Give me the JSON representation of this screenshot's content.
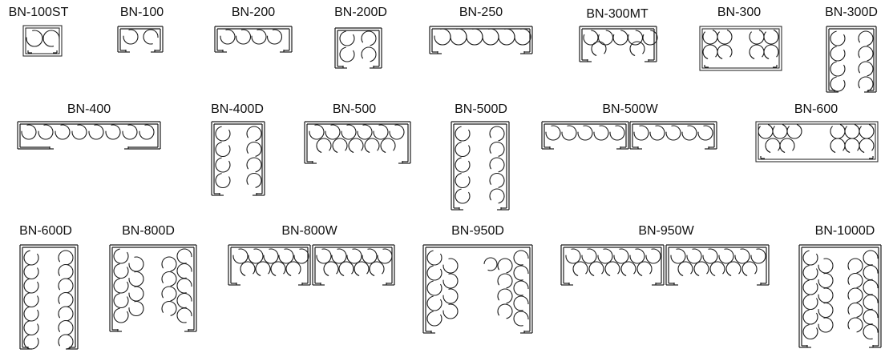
{
  "line_color": "#1a1a1a",
  "models": [
    {
      "id": "BN-100ST",
      "label": "BN-100ST"
    },
    {
      "id": "BN-100",
      "label": "BN-100"
    },
    {
      "id": "BN-200",
      "label": "BN-200"
    },
    {
      "id": "BN-200D",
      "label": "BN-200D"
    },
    {
      "id": "BN-250",
      "label": "BN-250"
    },
    {
      "id": "BN-300MT",
      "label": "BN-300MT"
    },
    {
      "id": "BN-300",
      "label": "BN-300"
    },
    {
      "id": "BN-300D",
      "label": "BN-300D"
    },
    {
      "id": "BN-400",
      "label": "BN-400"
    },
    {
      "id": "BN-400D",
      "label": "BN-400D"
    },
    {
      "id": "BN-500",
      "label": "BN-500"
    },
    {
      "id": "BN-500D",
      "label": "BN-500D"
    },
    {
      "id": "BN-500W",
      "label": "BN-500W"
    },
    {
      "id": "BN-600",
      "label": "BN-600"
    },
    {
      "id": "BN-600D",
      "label": "BN-600D"
    },
    {
      "id": "BN-800D",
      "label": "BN-800D"
    },
    {
      "id": "BN-800W",
      "label": "BN-800W"
    },
    {
      "id": "BN-950D",
      "label": "BN-950D"
    },
    {
      "id": "BN-950W",
      "label": "BN-950W"
    },
    {
      "id": "BN-1000D",
      "label": "BN-1000D"
    }
  ]
}
